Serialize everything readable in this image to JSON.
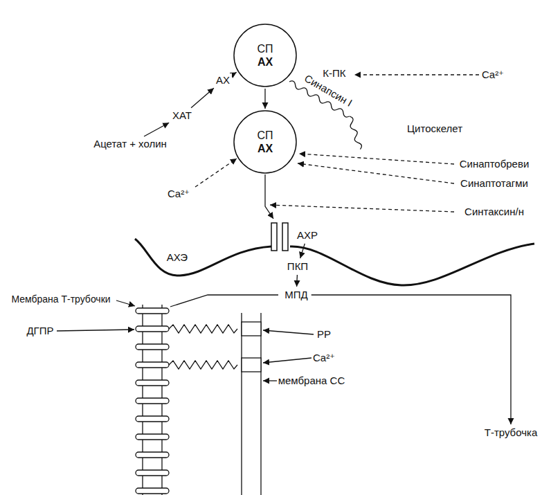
{
  "diagram": {
    "nodes": [
      {
        "text": [
          "СП",
          "АХ"
        ]
      },
      {
        "text": [
          "АХ"
        ]
      },
      {
        "text": [
          "ХАТ"
        ]
      },
      {
        "text": [
          "СП",
          "АХ"
        ]
      },
      {
        "text": [
          "Ацетат + холин"
        ]
      },
      {
        "text": [
          "АХР"
        ]
      },
      {
        "text": [
          "ПКП"
        ]
      },
      {
        "text": [
          "МПД"
        ]
      },
      {
        "text": [
          "Т-трубочка"
        ]
      }
    ],
    "edges": [
      {
        "from": 4,
        "to": 2,
        "arrow": "to"
      },
      {
        "from": 2,
        "to": 1,
        "arrow": "to"
      },
      {
        "from": 1,
        "to": 0,
        "arrow": "to"
      },
      {
        "from": 0,
        "to": 3,
        "arrow": "to"
      },
      {
        "from": 5,
        "to": 6,
        "arrow": "to"
      },
      {
        "from": 6,
        "to": 7,
        "arrow": "to"
      },
      {
        "from": 7,
        "to": 8,
        "arrow": "to"
      }
    ],
    "labels": [
      "К-ПК",
      "Ca²⁺",
      "Синапсин I",
      "Цитоскелет",
      "Синаптобреви",
      "Синаптотагми",
      "Синтаксин/н",
      "Ca²⁺",
      "АХЭ",
      "Мембрана Т-трубочки",
      "ДГПР",
      "РР",
      "Ca²⁺",
      "мембрана СС"
    ]
  }
}
